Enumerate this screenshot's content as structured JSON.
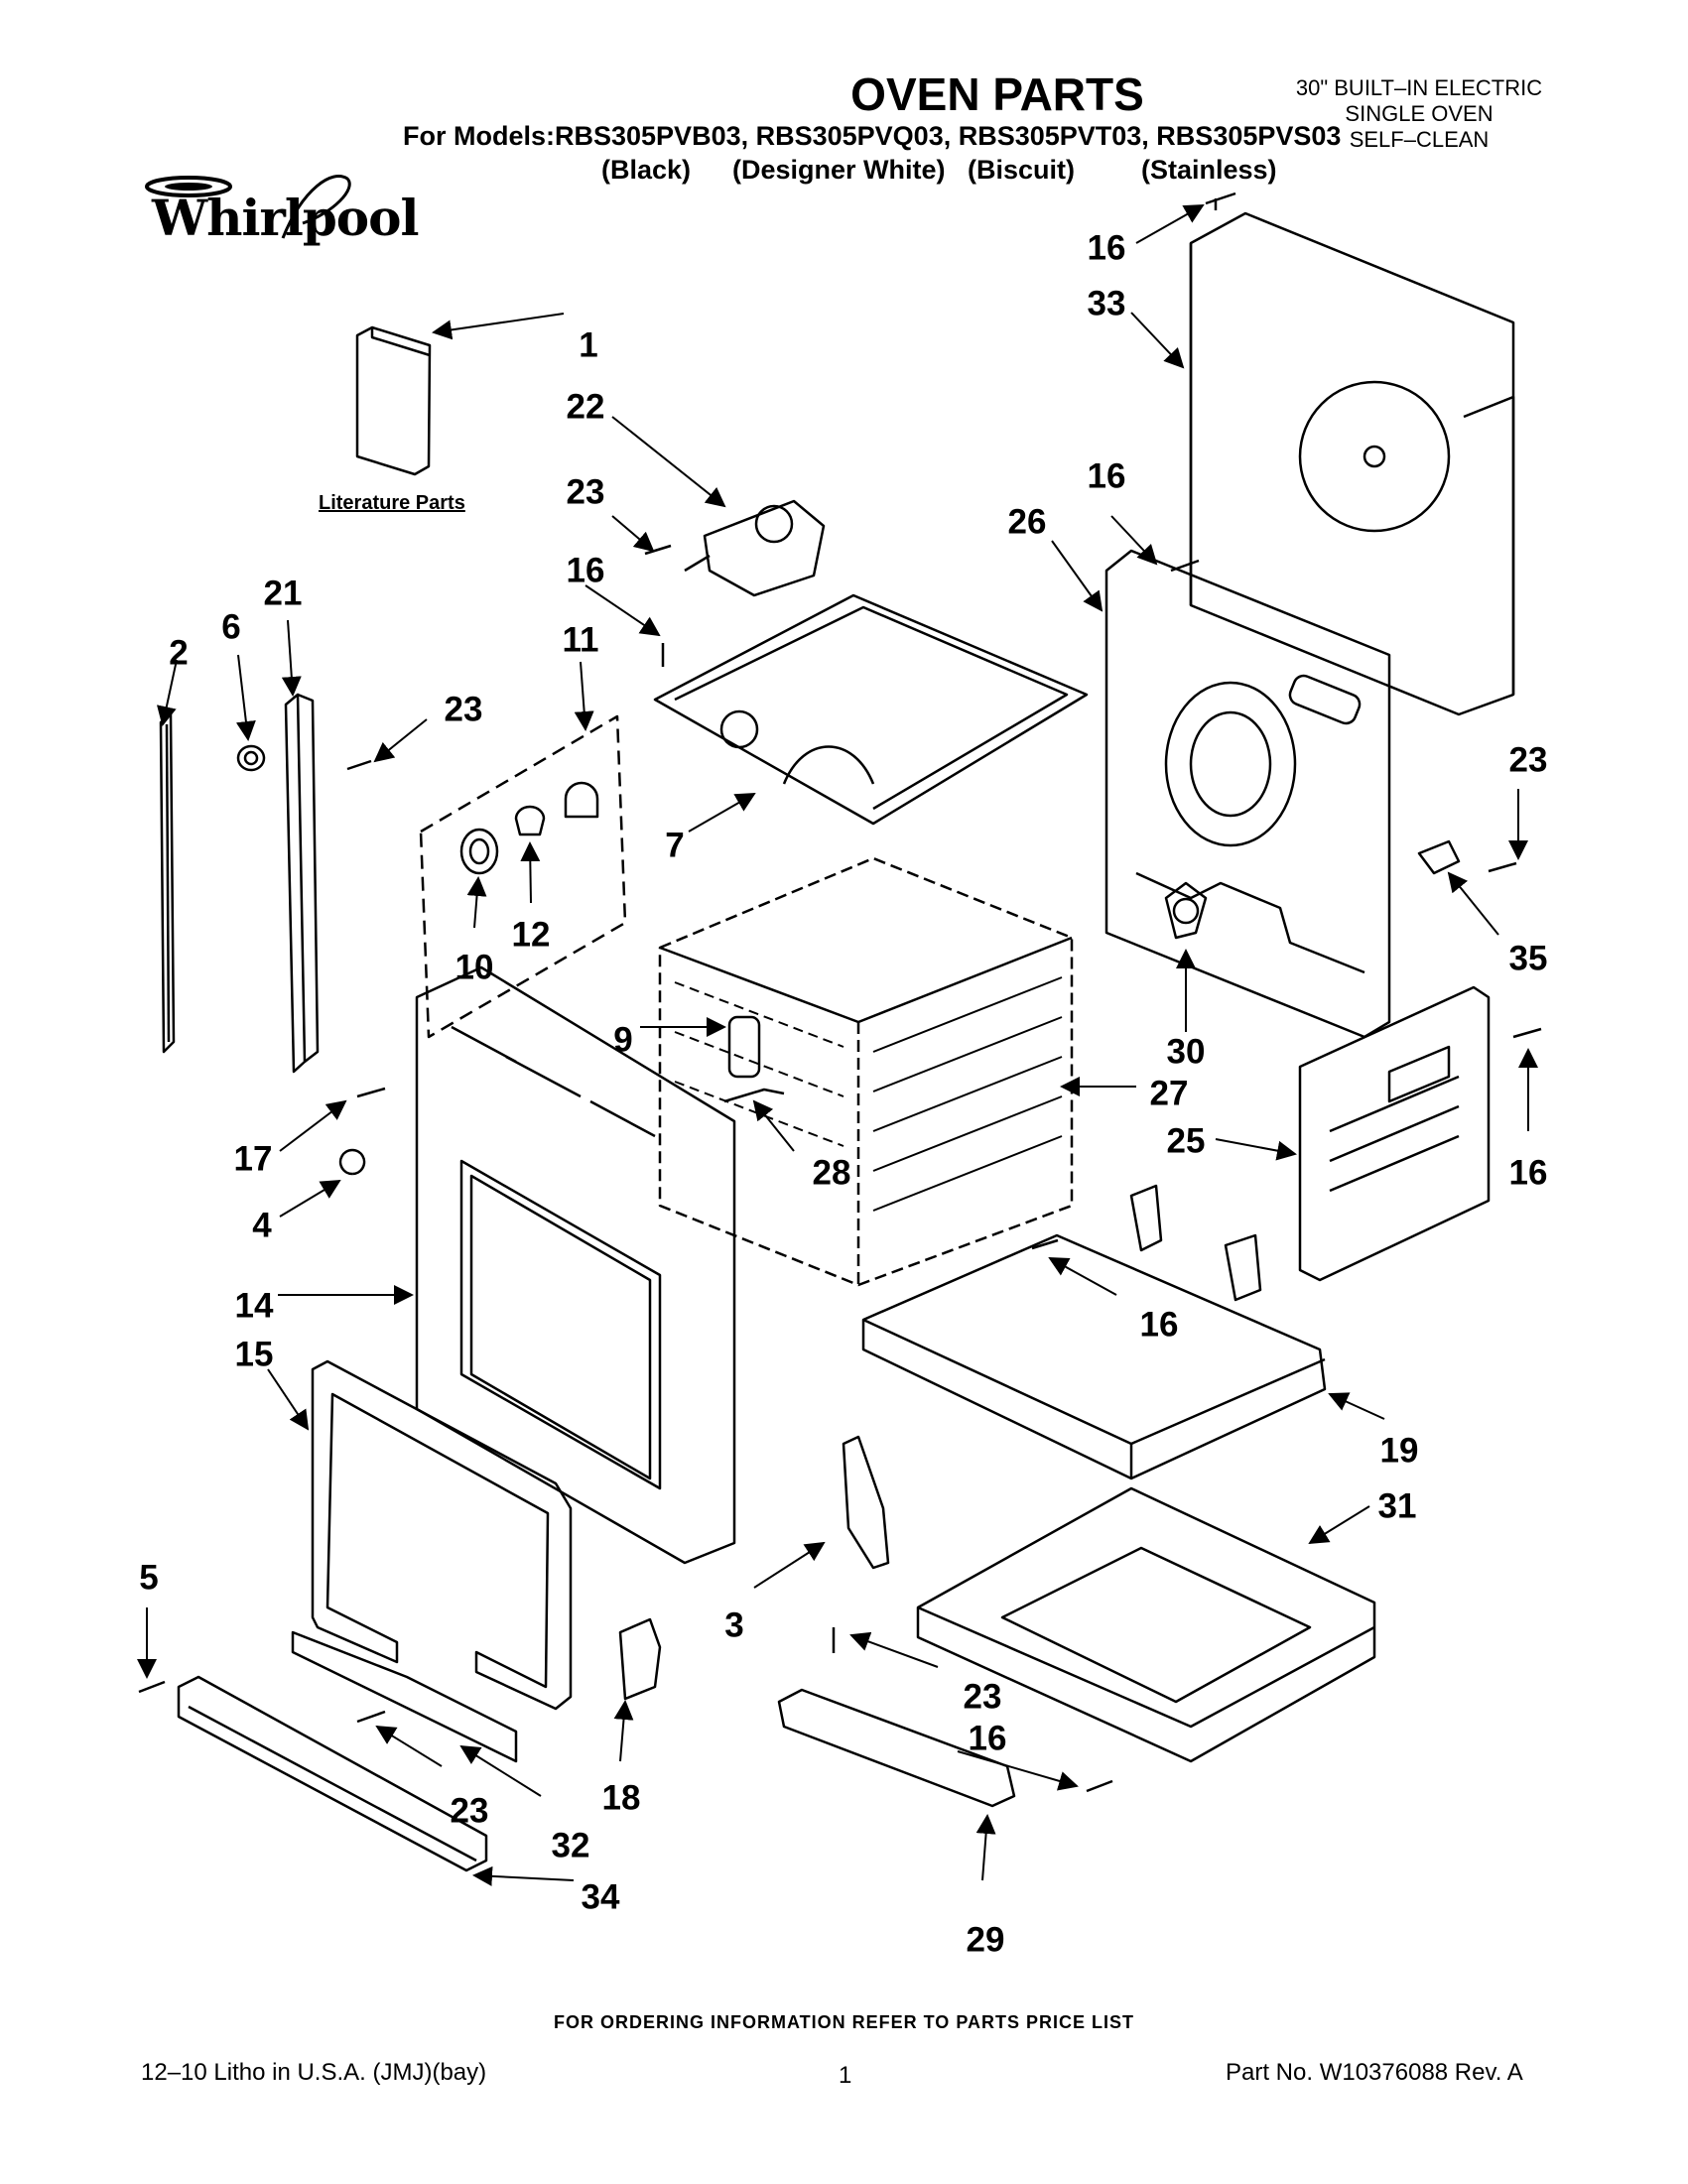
{
  "header": {
    "title": "OVEN PARTS",
    "models_prefix": "For Models:RBS305PVB03, RBS305PVQ03, RBS305PVT03, RBS305PVS03",
    "colors": [
      "(Black)",
      "(Designer White)",
      "(Biscuit)",
      "(Stainless)"
    ],
    "product_line1": "30\" BUILT–IN ELECTRIC",
    "product_line2": "SINGLE OVEN",
    "product_line3": "SELF–CLEAN"
  },
  "brand": {
    "logo_text": "Whirlpool"
  },
  "literature_label": "Literature Parts",
  "callouts": [
    {
      "n": "1"
    },
    {
      "n": "22"
    },
    {
      "n": "23"
    },
    {
      "n": "16"
    },
    {
      "n": "2"
    },
    {
      "n": "6"
    },
    {
      "n": "21"
    },
    {
      "n": "11"
    },
    {
      "n": "23"
    },
    {
      "n": "7"
    },
    {
      "n": "10"
    },
    {
      "n": "12"
    },
    {
      "n": "9"
    },
    {
      "n": "28"
    },
    {
      "n": "17"
    },
    {
      "n": "4"
    },
    {
      "n": "14"
    },
    {
      "n": "15"
    },
    {
      "n": "5"
    },
    {
      "n": "23"
    },
    {
      "n": "32"
    },
    {
      "n": "34"
    },
    {
      "n": "18"
    },
    {
      "n": "3"
    },
    {
      "n": "23"
    },
    {
      "n": "16"
    },
    {
      "n": "29"
    },
    {
      "n": "16"
    },
    {
      "n": "33"
    },
    {
      "n": "16"
    },
    {
      "n": "26"
    },
    {
      "n": "23"
    },
    {
      "n": "35"
    },
    {
      "n": "30"
    },
    {
      "n": "27"
    },
    {
      "n": "25"
    },
    {
      "n": "16"
    },
    {
      "n": "16"
    },
    {
      "n": "19"
    },
    {
      "n": "31"
    }
  ],
  "footer": {
    "ordering_note": "FOR ORDERING INFORMATION REFER TO PARTS PRICE LIST",
    "litho": "12–10 Litho in U.S.A. (JMJ)(bay)",
    "page": "1",
    "part_no": "Part No. W10376088 Rev. A"
  }
}
